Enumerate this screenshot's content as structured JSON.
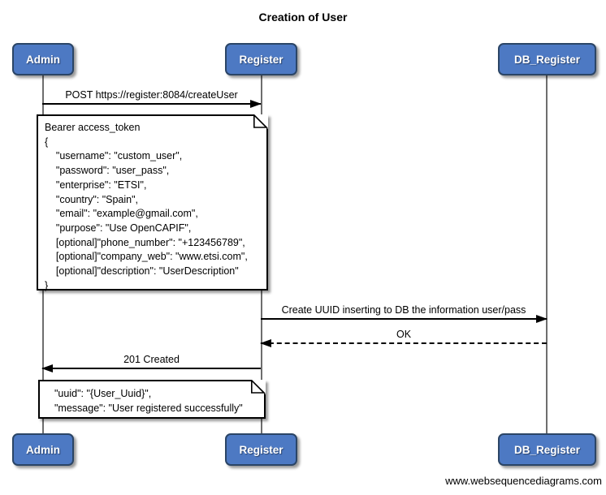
{
  "title": "Creation of User",
  "footer": "www.websequencediagrams.com",
  "actors": [
    {
      "id": "admin",
      "label": "Admin"
    },
    {
      "id": "register",
      "label": "Register"
    },
    {
      "id": "db_register",
      "label": "DB_Register"
    }
  ],
  "messages": [
    {
      "label": "POST https://register:8084/createUser",
      "from": "admin",
      "to": "register",
      "style": "solid"
    },
    {
      "label": "Create UUID inserting to DB the information user/pass",
      "from": "register",
      "to": "db_register",
      "style": "solid"
    },
    {
      "label": "OK",
      "from": "db_register",
      "to": "register",
      "style": "dashed"
    },
    {
      "label": "201 Created",
      "from": "register",
      "to": "admin",
      "style": "solid"
    }
  ],
  "notes": [
    {
      "lines": [
        "Bearer access_token",
        "{",
        "    \"username\": \"custom_user\",",
        "    \"password\": \"user_pass\",",
        "    \"enterprise\": \"ETSI\",",
        "    \"country\": \"Spain\",",
        "    \"email\": \"example@gmail.com\",",
        "    \"purpose\": \"Use OpenCAPIF\",",
        "    [optional]\"phone_number\": \"+123456789\",",
        "    [optional]\"company_web\": \"www.etsi.com\",",
        "    [optional]\"description\": \"UserDescription\"",
        "}"
      ]
    },
    {
      "lines": [
        "\"uuid\": \"{User_Uuid}\",",
        "\"message\": \"User registered successfully\""
      ]
    }
  ],
  "colors": {
    "actor_fill": "#4d79c3",
    "actor_border": "#2b4566",
    "actor_text": "#ffffff",
    "arrow": "#000000",
    "lifeline": "#6e6e6e",
    "note_fill": "#ffffff",
    "note_border": "#000000",
    "background": "#ffffff"
  }
}
